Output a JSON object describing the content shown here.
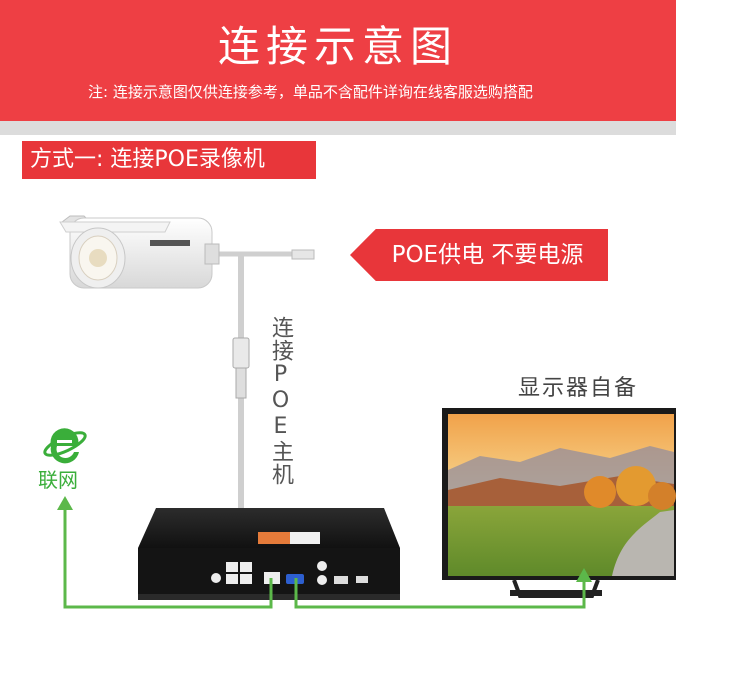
{
  "banner": {
    "title": "连接示意图",
    "note": "注: 连接示意图仅供连接参考，单品不含配件详询在线客服选购搭配"
  },
  "method": {
    "label": "方式一: 连接POE录像机"
  },
  "callout": {
    "poe_power": "POE供电 不要电源"
  },
  "cable": {
    "vertical_label": "连接POE主机"
  },
  "monitor": {
    "label": "显示器自备"
  },
  "network": {
    "label": "联网"
  },
  "colors": {
    "banner_red": "#ee3f44",
    "tag_red": "#e8363a",
    "connection_green": "#5cb84a",
    "cable_gray": "#cfcfcf"
  },
  "icons": [
    "internet-explorer-icon",
    "ip-camera-icon",
    "nvr-recorder-icon",
    "monitor-icon",
    "arrow-up-icon"
  ]
}
